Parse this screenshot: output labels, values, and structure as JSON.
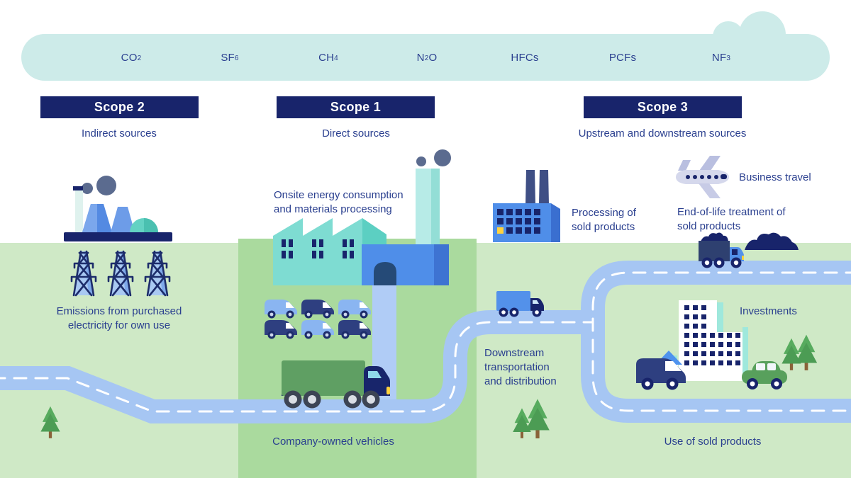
{
  "gases": [
    {
      "pre": "CO",
      "sub": "2",
      "post": ""
    },
    {
      "pre": "SF",
      "sub": "6",
      "post": ""
    },
    {
      "pre": "CH",
      "sub": "4",
      "post": ""
    },
    {
      "pre": "N",
      "sub": "2",
      "post": "O"
    },
    {
      "pre": "HFCs",
      "sub": "",
      "post": ""
    },
    {
      "pre": "PCFs",
      "sub": "",
      "post": ""
    },
    {
      "pre": "NF",
      "sub": "3",
      "post": ""
    }
  ],
  "scopes": [
    {
      "label": "Scope 2",
      "caption": "Indirect sources"
    },
    {
      "label": "Scope 1",
      "caption": "Direct sources"
    },
    {
      "label": "Scope 3",
      "caption": "Upstream and downstream sources"
    }
  ],
  "items": {
    "purchased_electricity": "Emissions from purchased electricity for own use",
    "onsite_energy": "Onsite energy consumption and materials processing",
    "company_vehicles": "Company-owned vehicles",
    "processing_sold_products": "Processing of sold products",
    "downstream_transport": "Downstream transportation and distribution",
    "business_travel": "Business travel",
    "end_of_life": "End-of-life treatment of sold products",
    "investments": "Investments",
    "use_of_sold_products": "Use of sold products"
  },
  "colors": {
    "navy": "#18246b",
    "text_navy": "#2a3f8f",
    "pill_mint": "#cdebe9",
    "green_light": "#cfe9c6",
    "green_mid": "#aada9e",
    "road_blue": "#a6c6f3",
    "teal_factory": "#7edcd2",
    "blue_building": "#4f8ee9",
    "truck_green": "#5f9f63",
    "accent_yellow": "#ffd23e",
    "smoke_slate": "#5b6b8f"
  }
}
